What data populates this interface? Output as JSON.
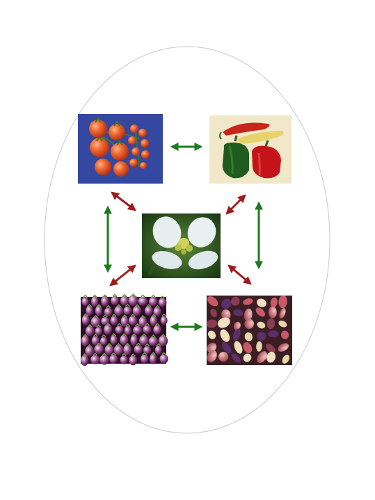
{
  "diagram": {
    "nodes": [
      {
        "id": "tomato",
        "icon": "tomato-image"
      },
      {
        "id": "pepper",
        "icon": "pepper-image"
      },
      {
        "id": "flower",
        "icon": "flower-image"
      },
      {
        "id": "eggplant",
        "icon": "eggplant-image"
      },
      {
        "id": "potato",
        "icon": "potato-image"
      }
    ],
    "edges": [
      {
        "from": "tomato",
        "to": "pepper",
        "style": "double-arrow",
        "color": "#1e7a1e"
      },
      {
        "from": "eggplant",
        "to": "potato",
        "style": "double-arrow",
        "color": "#1e7a1e"
      },
      {
        "from": "tomato",
        "to": "eggplant",
        "style": "double-arrow",
        "color": "#1e7a1e"
      },
      {
        "from": "pepper",
        "to": "potato",
        "style": "double-arrow",
        "color": "#1e7a1e"
      },
      {
        "from": "flower",
        "to": "tomato",
        "style": "double-arrow",
        "color": "#a01c1c"
      },
      {
        "from": "flower",
        "to": "pepper",
        "style": "double-arrow",
        "color": "#a01c1c"
      },
      {
        "from": "flower",
        "to": "eggplant",
        "style": "double-arrow",
        "color": "#a01c1c"
      },
      {
        "from": "flower",
        "to": "potato",
        "style": "double-arrow",
        "color": "#a01c1c"
      }
    ],
    "colors": {
      "green_arrow": "#1e7a1e",
      "red_arrow": "#a01c1c",
      "ellipse_stroke": "#c8c8c8"
    }
  }
}
